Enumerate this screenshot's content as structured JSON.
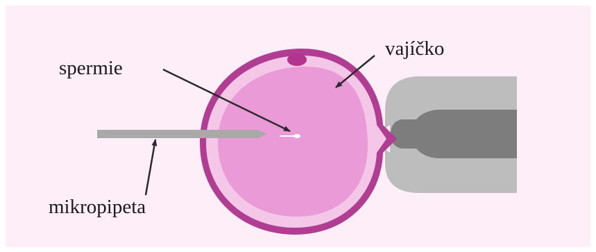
{
  "labels": {
    "sperm": "spermie",
    "egg": "vajíčko",
    "micropipette": "mikropipeta"
  },
  "colors": {
    "background_panel": "#fdeef8",
    "zona_outer": "#b03d92",
    "zona_inner": "#f4c6e8",
    "cytoplasm": "#ea9ad6",
    "polar_body": "#b3348f",
    "holding_pipette_outer": "#bdbdbd",
    "holding_pipette_inner": "#7d7d7d",
    "micropipette": "#a9a9a9",
    "sperm": "#ffffff",
    "arrow": "#2a2a2a"
  }
}
